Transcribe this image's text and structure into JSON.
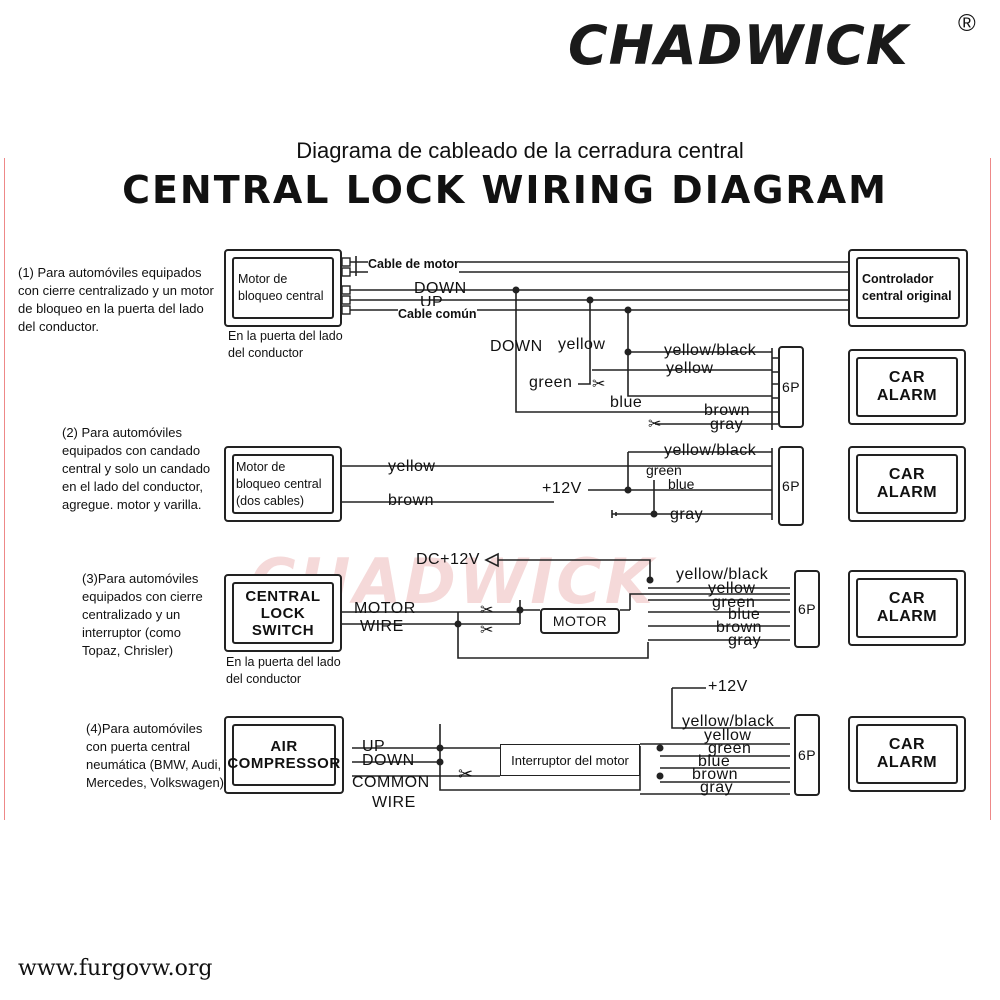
{
  "header": {
    "brand": "CHADWICK",
    "registered": "®"
  },
  "subtitle": "Diagrama de cableado de la cerradura central",
  "title": "CENTRAL LOCK WIRING DIAGRAM",
  "watermark": "CHADWICK",
  "footer": "www.furgovw.org",
  "diagram1": {
    "note": "(1) Para automóviles equipados con cierre centralizado y un motor de bloqueo en la puerta del lado del conductor.",
    "motor_box": "Motor de bloqueo central",
    "motor_caption": "En la puerta del lado del conductor",
    "cable_motor": "Cable de motor",
    "cable_comun": "Cable común",
    "down": "DOWN",
    "up": "UP",
    "down2": "DOWN",
    "controller": "Controlador central original",
    "w_yellow": "yellow",
    "w_green": "green",
    "w_blue": "blue",
    "w_yellow_black": "yellow/black",
    "w_yellow2": "yellow",
    "w_brown": "brown",
    "w_gray": "gray",
    "connector": "6P",
    "alarm": "CAR ALARM"
  },
  "diagram2": {
    "note": "(2) Para automóviles equipados con candado central y solo un candado en el lado del conductor, agregue. motor y varilla.",
    "motor_box": "Motor de bloqueo central (dos cables)",
    "w_yellow": "yellow",
    "w_brown": "brown",
    "plus12": "+12V",
    "w_yellow_black": "yellow/black",
    "w_green": "green",
    "w_blue": "blue",
    "w_gray": "gray",
    "connector": "6P",
    "alarm": "CAR ALARM"
  },
  "diagram3": {
    "note": "(3)Para automóviles equipados con cierre centralizado y un interruptor (como Topaz, Chrisler)",
    "switch_box": "CENTRAL LOCK SWITCH",
    "caption": "En la puerta del lado del conductor",
    "motor_wire_1": "MOTOR",
    "motor_wire_2": "WIRE",
    "dc12": "DC+12V",
    "motor": "MOTOR",
    "w_yellow_black": "yellow/black",
    "w_yellow": "yellow",
    "w_green": "green",
    "w_blue": "blue",
    "w_brown": "brown",
    "w_gray": "gray",
    "connector": "6P",
    "alarm": "CAR ALARM"
  },
  "diagram4": {
    "note": "(4)Para automóviles con puerta central neumática (BMW, Audi, Mercedes, Volkswagen)",
    "compressor_box": "AIR COMPRESSOR",
    "up": "UP",
    "down": "DOWN",
    "common_1": "COMMON",
    "common_2": "WIRE",
    "motor_switch": "Interruptor del motor",
    "plus12": "+12V",
    "w_yellow_black": "yellow/black",
    "w_yellow": "yellow",
    "w_green": "green",
    "w_blue": "blue",
    "w_brown": "brown",
    "w_gray": "gray",
    "connector": "6P",
    "alarm": "CAR ALARM"
  }
}
